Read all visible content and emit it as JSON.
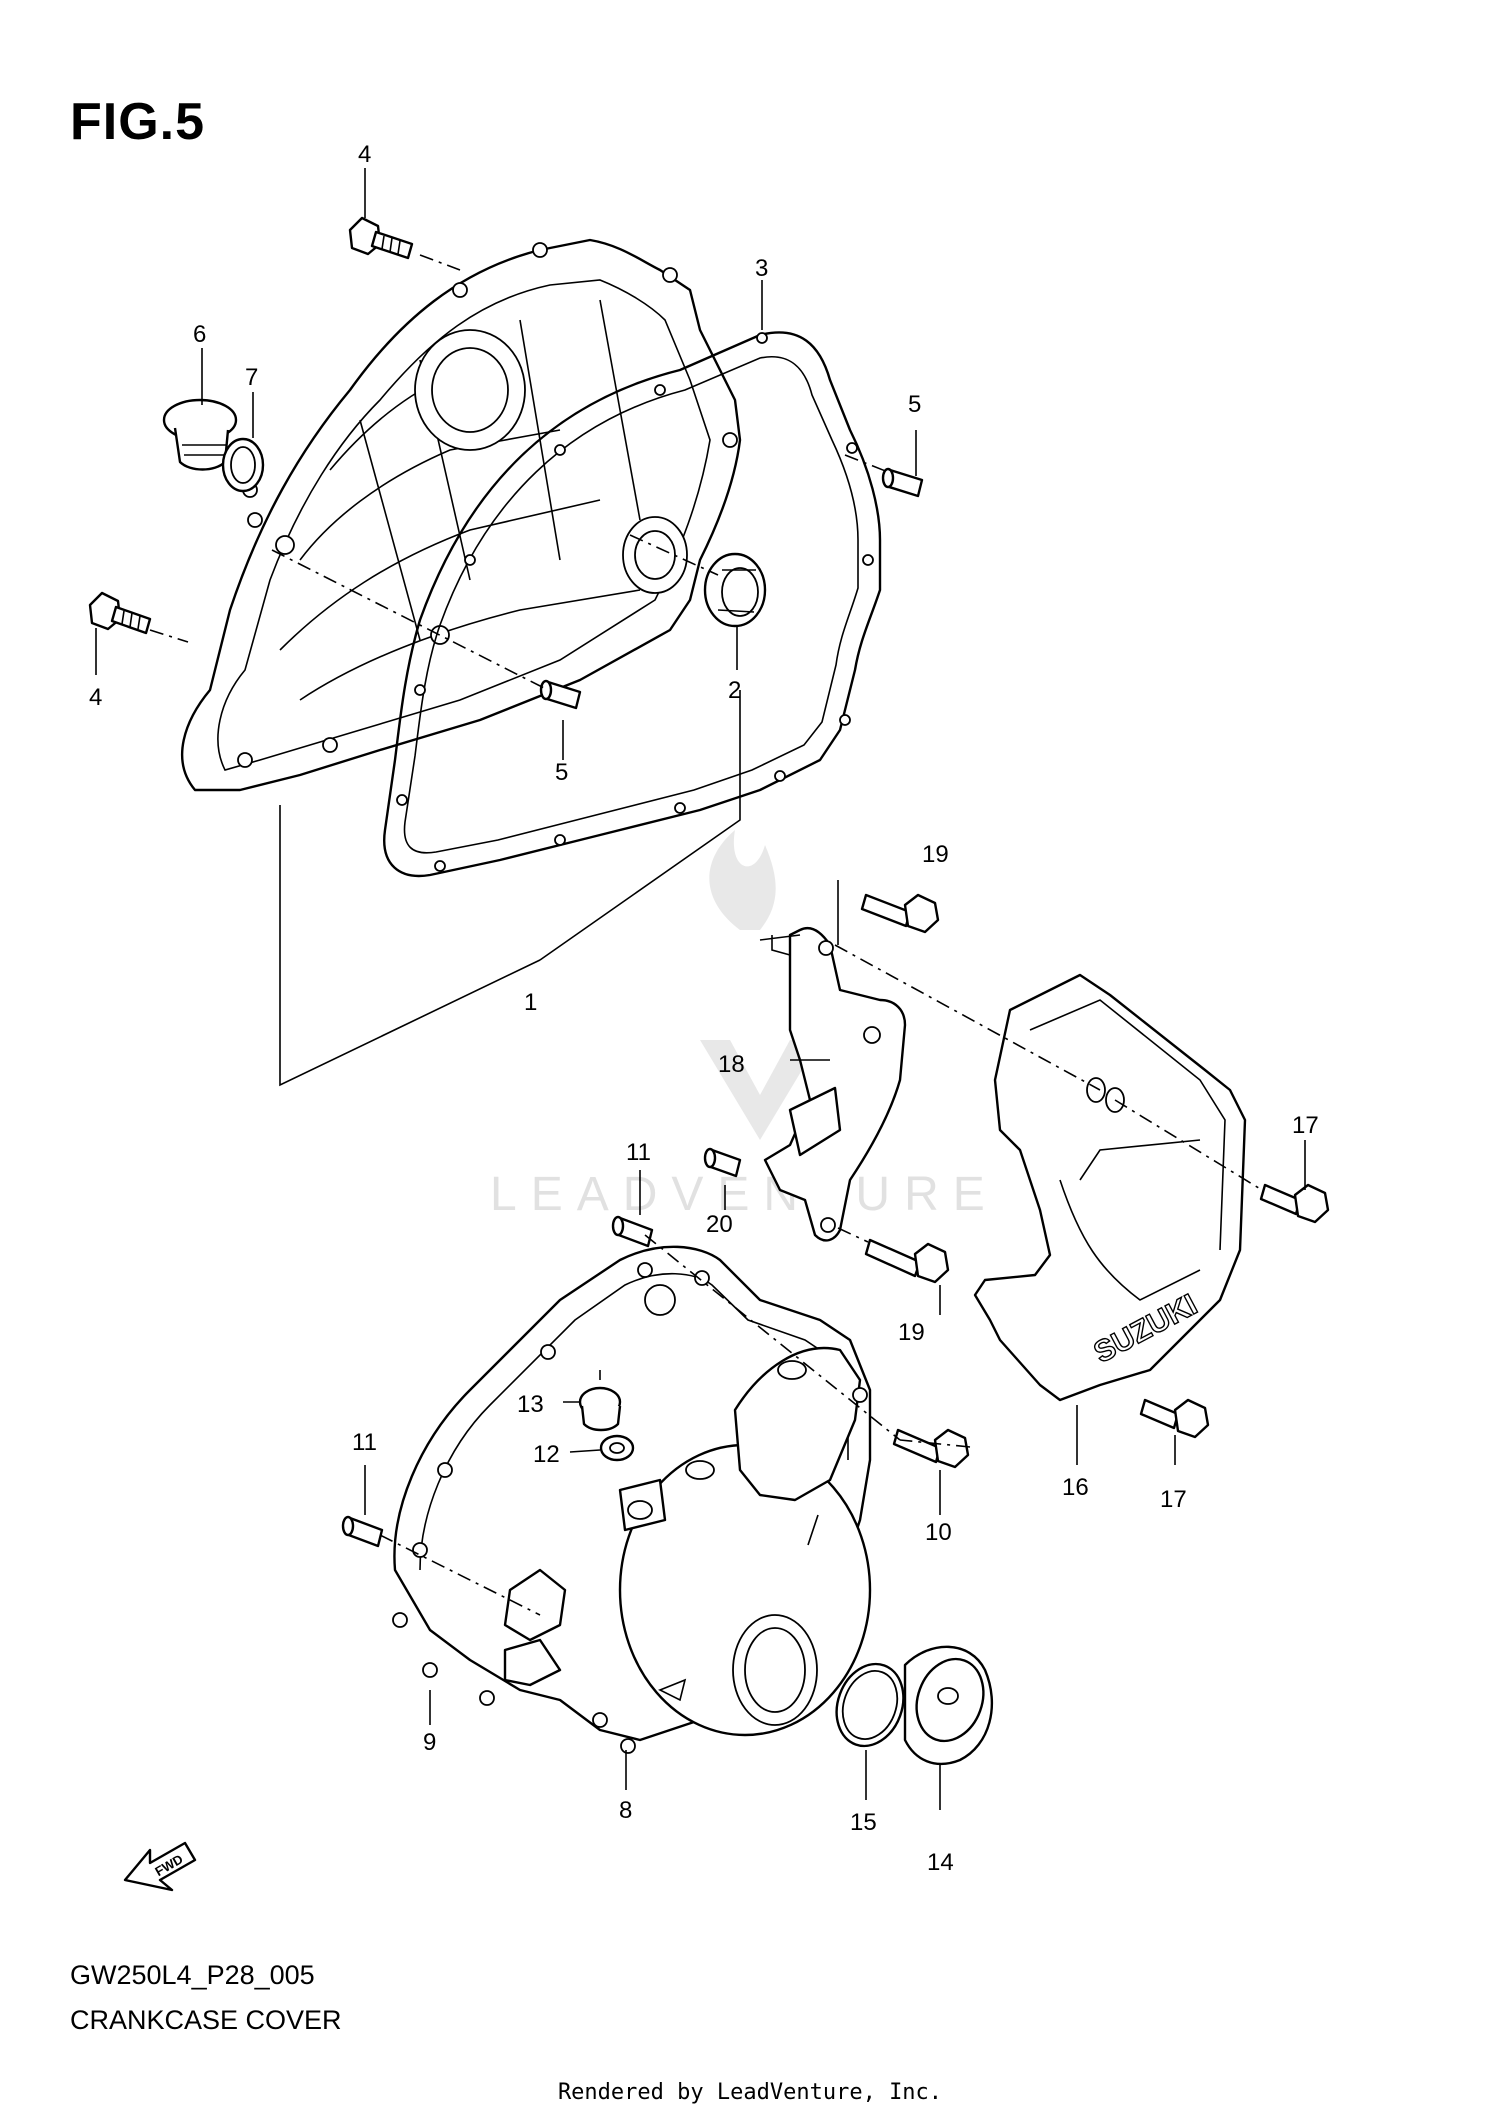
{
  "figure": {
    "title": "FIG.5",
    "model_code": "GW250L4_P28_005",
    "name": "CRANKCASE COVER",
    "footer": "Rendered by LeadVenture, Inc.",
    "watermark": "LEADVENTURE",
    "brand_mark": "SUZUKI",
    "direction_mark": "FWD"
  },
  "callouts": [
    {
      "id": "c4a",
      "label": "4"
    },
    {
      "id": "c4b",
      "label": "4"
    },
    {
      "id": "c6",
      "label": "6"
    },
    {
      "id": "c7",
      "label": "7"
    },
    {
      "id": "c3",
      "label": "3"
    },
    {
      "id": "c5a",
      "label": "5"
    },
    {
      "id": "c5b",
      "label": "5"
    },
    {
      "id": "c2",
      "label": "2"
    },
    {
      "id": "c1",
      "label": "1"
    },
    {
      "id": "c19a",
      "label": "19"
    },
    {
      "id": "c18",
      "label": "18"
    },
    {
      "id": "c17a",
      "label": "17"
    },
    {
      "id": "c11a",
      "label": "11"
    },
    {
      "id": "c20",
      "label": "20"
    },
    {
      "id": "c19b",
      "label": "19"
    },
    {
      "id": "c13",
      "label": "13"
    },
    {
      "id": "c12",
      "label": "12"
    },
    {
      "id": "c11b",
      "label": "11"
    },
    {
      "id": "c10",
      "label": "10"
    },
    {
      "id": "c16",
      "label": "16"
    },
    {
      "id": "c17b",
      "label": "17"
    },
    {
      "id": "c9",
      "label": "9"
    },
    {
      "id": "c15",
      "label": "15"
    },
    {
      "id": "c14",
      "label": "14"
    },
    {
      "id": "c8",
      "label": "8"
    }
  ]
}
